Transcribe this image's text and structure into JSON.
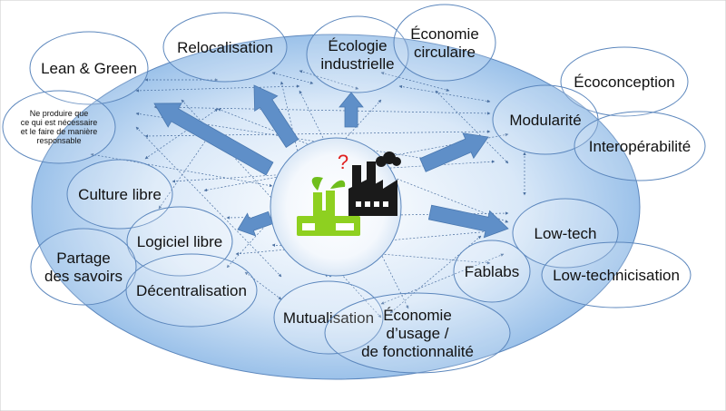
{
  "diagram": {
    "center_mark": "?",
    "nodes": {
      "lean_green": [
        "Lean & Green"
      ],
      "relocalisation": [
        "Relocalisation"
      ],
      "ecologie": [
        "Écologie",
        "industrielle"
      ],
      "eco_circulaire": [
        "Économie",
        "circulaire"
      ],
      "ecoconception": [
        "Écoconception"
      ],
      "ne_produire": [
        "Ne produire que",
        "ce qui est nécessaire",
        "et le faire de manière",
        "responsable"
      ],
      "modularite": [
        "Modularité"
      ],
      "interoperabilite": [
        "Interopérabilité"
      ],
      "culture_libre": [
        "Culture libre"
      ],
      "logiciel_libre": [
        "Logiciel libre"
      ],
      "partage": [
        "Partage",
        "des savoirs"
      ],
      "decentralisation": [
        "Décentralisation"
      ],
      "low_tech": [
        "Low-tech"
      ],
      "fablabs": [
        "Fablabs"
      ],
      "low_technicisation": [
        "Low-technicisation"
      ],
      "mutualisation": [
        "Mutualisation"
      ],
      "eco_usage": [
        "Économie",
        "d’usage /",
        "de fonctionnalité"
      ]
    }
  }
}
